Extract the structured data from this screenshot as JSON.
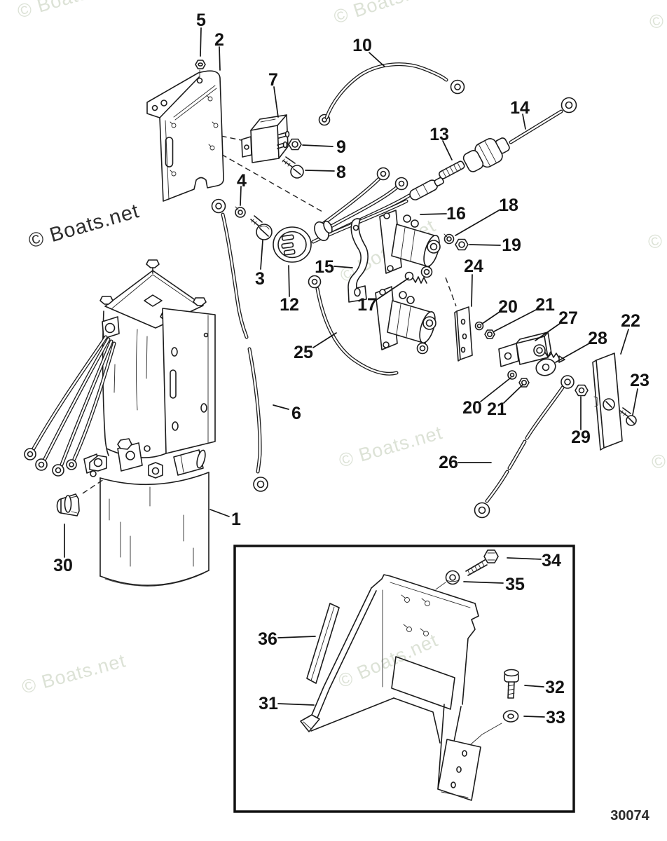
{
  "diagram": {
    "number": "30074"
  },
  "watermark": {
    "text": "© Boats.net",
    "symbol": "©"
  },
  "callouts": {
    "c1": {
      "label": "1"
    },
    "c2": {
      "label": "2"
    },
    "c3": {
      "label": "3"
    },
    "c4": {
      "label": "4"
    },
    "c5": {
      "label": "5"
    },
    "c6": {
      "label": "6"
    },
    "c7": {
      "label": "7"
    },
    "c8": {
      "label": "8"
    },
    "c9": {
      "label": "9"
    },
    "c10": {
      "label": "10"
    },
    "c12": {
      "label": "12"
    },
    "c13": {
      "label": "13"
    },
    "c14": {
      "label": "14"
    },
    "c15": {
      "label": "15"
    },
    "c16": {
      "label": "16"
    },
    "c17": {
      "label": "17"
    },
    "c18": {
      "label": "18"
    },
    "c19": {
      "label": "19"
    },
    "c20": {
      "label": "20"
    },
    "c21": {
      "label": "21"
    },
    "c22": {
      "label": "22"
    },
    "c23": {
      "label": "23"
    },
    "c24": {
      "label": "24"
    },
    "c25": {
      "label": "25"
    },
    "c26": {
      "label": "26"
    },
    "c27": {
      "label": "27"
    },
    "c28": {
      "label": "28"
    },
    "c29": {
      "label": "29"
    },
    "c30": {
      "label": "30"
    },
    "c31": {
      "label": "31"
    },
    "c32": {
      "label": "32"
    },
    "c33": {
      "label": "33"
    },
    "c34": {
      "label": "34"
    },
    "c35": {
      "label": "35"
    },
    "c36": {
      "label": "36"
    }
  }
}
